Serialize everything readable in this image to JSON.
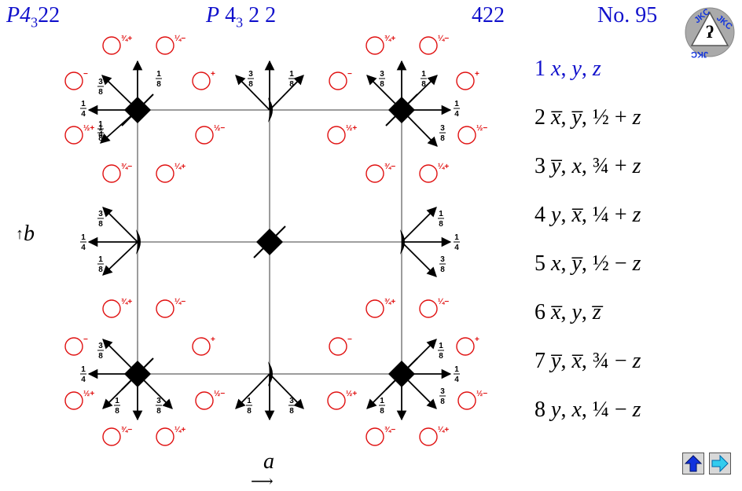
{
  "header": {
    "symbol": "P4",
    "symbol_sub": "3",
    "symbol_end": "22",
    "hm_p": "P",
    "hm_4": "4",
    "hm_sub": "3",
    "hm_rest": "2 2",
    "point_group": "422",
    "number": "No. 95"
  },
  "logo_text": "JKC",
  "axes": {
    "a": "a",
    "b": "b"
  },
  "positions": [
    {
      "num": "1",
      "x": "x",
      "y": "y",
      "z": "z"
    },
    {
      "num": "2",
      "x": "x̅",
      "y": "y̅",
      "zf": "½",
      "zsign": "+",
      "z": "z"
    },
    {
      "num": "3",
      "x": "y̅",
      "y": "x",
      "zf": "¾",
      "zsign": "+",
      "z": "z"
    },
    {
      "num": "4",
      "x": "y",
      "y": "x̅",
      "zf": "¼",
      "zsign": "+",
      "z": "z"
    },
    {
      "num": "5",
      "x": "x",
      "y": "y̅",
      "zf": "½",
      "zsign": "−",
      "z": "z"
    },
    {
      "num": "6",
      "x": "x̅",
      "y": "y",
      "z": "z̅"
    },
    {
      "num": "7",
      "x": "y̅",
      "y": "x̅",
      "zf": "¾",
      "zsign": "−",
      "z": "z"
    },
    {
      "num": "8",
      "x": "y",
      "y": "x",
      "zf": "¼",
      "zsign": "−",
      "z": "z"
    }
  ],
  "colors": {
    "title": "#1111cc",
    "circles": "#e01010",
    "nav": "#1133dd",
    "nav_next": "#33ccee"
  },
  "nav": {
    "up": "up-arrow-icon",
    "next": "right-arrow-icon"
  }
}
